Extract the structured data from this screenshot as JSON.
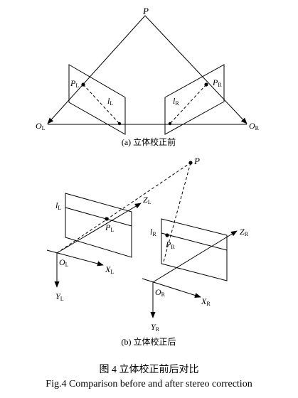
{
  "part_a": {
    "P": "P",
    "PL": "P",
    "PL_sub": "L",
    "lL": "l",
    "lL_sub": "L",
    "lR": "l",
    "lR_sub": "R",
    "PR": "P",
    "PR_sub": "R",
    "OL": "O",
    "OL_sub": "L",
    "OR": "O",
    "OR_sub": "R",
    "caption": "(a) 立体校正前"
  },
  "part_b": {
    "P": "P",
    "lL": "l",
    "lL_sub": "L",
    "ZL": "Z",
    "ZL_sub": "L",
    "PL": "P",
    "PL_sub": "L",
    "OL": "O",
    "OL_sub": "L",
    "XL": "X",
    "XL_sub": "L",
    "YL": "Y",
    "YL_sub": "L",
    "lR": "l",
    "lR_sub": "R",
    "PR": "P",
    "PR_sub": "R",
    "ZR": "Z",
    "ZR_sub": "R",
    "OR": "O",
    "OR_sub": "R",
    "XR": "X",
    "XR_sub": "R",
    "YR": "Y",
    "YR_sub": "R",
    "caption": "(b) 立体校正后"
  },
  "figure_caption": {
    "zh": "图 4 立体校正前后对比",
    "en": "Fig.4 Comparison before and after stereo correction"
  }
}
